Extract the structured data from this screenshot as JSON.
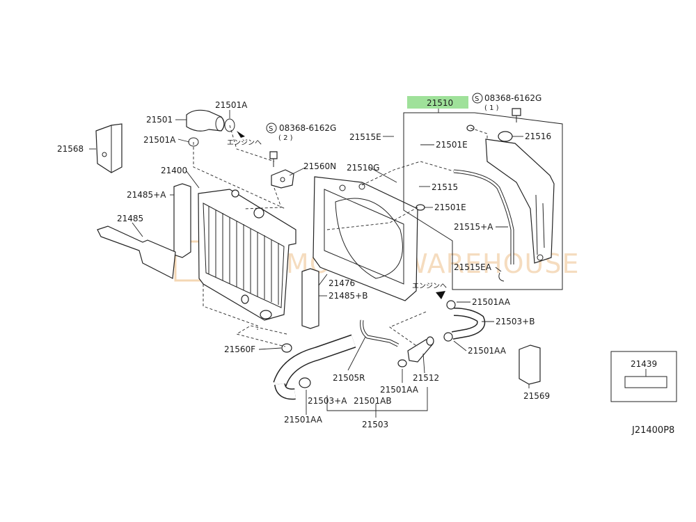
{
  "diagram_code": "J21400P8",
  "watermark": "AUTOMOTIVE WAREHOUSE",
  "highlight_color": "#9fe19a",
  "engine_arrow_text": "エンジンへ",
  "bolt_symbol": "S",
  "labels": {
    "p21501": "21501",
    "p21501A_top": "21501A",
    "p21501A_left": "21501A",
    "p21568": "21568",
    "p21400": "21400",
    "p21485A": "21485+A",
    "p21485": "21485",
    "bolt_top_num": "08368-6162G",
    "bolt_top_qty": "( 2 )",
    "p21560N": "21560N",
    "p21510G": "21510G",
    "p21515E": "21515E",
    "p21510": "21510",
    "bolt_right_num": "08368-6162G",
    "bolt_right_qty": "( 1 )",
    "p21516": "21516",
    "p21501E_top": "21501E",
    "p21515": "21515",
    "p21501E_bottom": "21501E",
    "p21515A": "21515+A",
    "p21515EA": "21515EA",
    "p21476": "21476",
    "p21485B": "21485+B",
    "p21501AA_r1": "21501AA",
    "p21503B": "21503+B",
    "p21501AA_r2": "21501AA",
    "p21560F": "21560F",
    "p21505R": "21505R",
    "p21512": "21512",
    "p21501AA_mid": "21501AA",
    "p21503A": "21503+A",
    "p21501AB": "21501AB",
    "p21501AA_bl": "21501AA",
    "p21503": "21503",
    "p21569": "21569",
    "p21439": "21439"
  }
}
